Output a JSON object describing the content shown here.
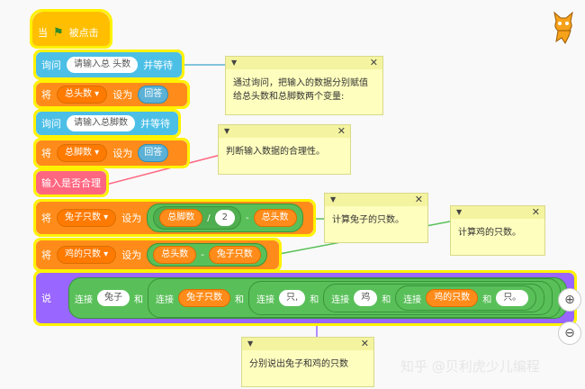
{
  "event": {
    "when": "当",
    "clicked": "被点击"
  },
  "ask1": {
    "cmd": "询问",
    "prompt": "请输入总 头数",
    "wait": "并等待"
  },
  "set1": {
    "set": "将",
    "var": "总头数",
    "to": "设为",
    "value": "回答"
  },
  "ask2": {
    "cmd": "询问",
    "prompt": "请输入总脚数",
    "wait": "并等待"
  },
  "set2": {
    "set": "将",
    "var": "总脚数",
    "to": "设为",
    "value": "回答"
  },
  "check": {
    "label": "输入是否合理"
  },
  "set3": {
    "set": "将",
    "var": "兔子只数",
    "to": "设为",
    "a": "总脚数",
    "div": "/",
    "two": "2",
    "minus": "-",
    "b": "总头数"
  },
  "set4": {
    "set": "将",
    "var": "鸡的只数",
    "to": "设为",
    "a": "总头数",
    "minus": "-",
    "b": "兔子只数"
  },
  "say": {
    "cmd": "说",
    "join": "连接",
    "and": "和",
    "t1": "兔子",
    "v1": "兔子只数",
    "t2": "只,",
    "t3": "鸡",
    "v2": "鸡的只数",
    "t4": "只。"
  },
  "notes": {
    "n1": "通过询问，把输入的数据分别赋值给总头数和总脚数两个变量:",
    "n2": "判断输入数据的合理性。",
    "n3": "计算兔子的只数。",
    "n4": "计算鸡的只数。",
    "n5": "分别说出兔子和鸡的只数"
  },
  "watermark": "知乎 @贝利虎少儿编程",
  "icons": {
    "flag": "green-flag-icon",
    "zoom_in": "zoom-in-icon",
    "zoom_out": "zoom-out-icon",
    "cat": "scratch-cat-icon"
  }
}
